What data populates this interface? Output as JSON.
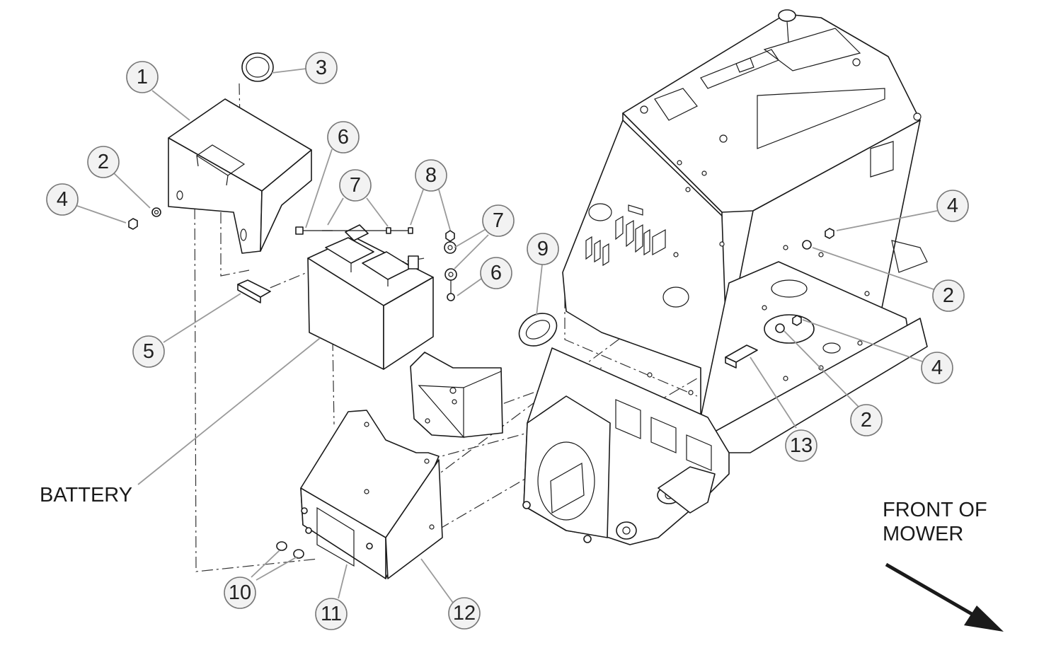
{
  "callouts": [
    {
      "id": "c1",
      "number": "1"
    },
    {
      "id": "c3",
      "number": "3"
    },
    {
      "id": "c2a",
      "number": "2"
    },
    {
      "id": "c4a",
      "number": "4"
    },
    {
      "id": "c6a",
      "number": "6"
    },
    {
      "id": "c7a",
      "number": "7"
    },
    {
      "id": "c8",
      "number": "8"
    },
    {
      "id": "c7b",
      "number": "7"
    },
    {
      "id": "c6b",
      "number": "6"
    },
    {
      "id": "c9",
      "number": "9"
    },
    {
      "id": "c5",
      "number": "5"
    },
    {
      "id": "c4b",
      "number": "4"
    },
    {
      "id": "c2b",
      "number": "2"
    },
    {
      "id": "c4c",
      "number": "4"
    },
    {
      "id": "c2c",
      "number": "2"
    },
    {
      "id": "c13",
      "number": "13"
    },
    {
      "id": "c10",
      "number": "10"
    },
    {
      "id": "c11",
      "number": "11"
    },
    {
      "id": "c12",
      "number": "12"
    }
  ],
  "labels": {
    "battery": "BATTERY",
    "front_line1": "FRONT OF",
    "front_line2": "MOWER"
  },
  "colors": {
    "line": "#1a1a1a",
    "leader": "#9a9a9a",
    "balloon_fill": "#f2f2f2"
  }
}
